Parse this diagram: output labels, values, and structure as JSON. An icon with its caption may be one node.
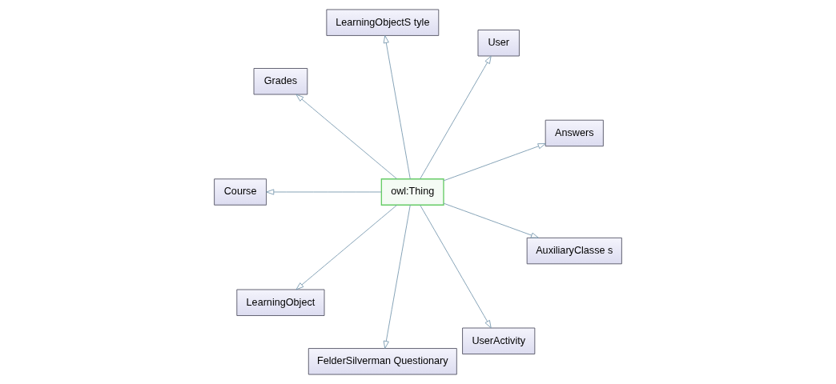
{
  "diagram": {
    "nodes": [
      {
        "text": [
          "Answers"
        ]
      },
      {
        "text": [
          "User"
        ]
      },
      {
        "text": [
          "LearningObjectS tyle"
        ]
      },
      {
        "text": [
          "Grades"
        ]
      },
      {
        "text": [
          "Course"
        ]
      },
      {
        "text": [
          "owl:Thing"
        ]
      },
      {
        "text": [
          "LearningObject"
        ]
      },
      {
        "text": [
          "FelderSilverman Questionary"
        ]
      },
      {
        "text": [
          "UserActivity"
        ]
      },
      {
        "text": [
          "AuxiliaryClasse s"
        ]
      }
    ],
    "edges": [
      {
        "from": 5,
        "to": 0,
        "arrow": "to"
      },
      {
        "from": 5,
        "to": 1,
        "arrow": "to"
      },
      {
        "from": 5,
        "to": 2,
        "arrow": "to"
      },
      {
        "from": 5,
        "to": 3,
        "arrow": "to"
      },
      {
        "from": 5,
        "to": 4,
        "arrow": "to"
      },
      {
        "from": 5,
        "to": 6,
        "arrow": "to"
      },
      {
        "from": 5,
        "to": 7,
        "arrow": "to"
      },
      {
        "from": 5,
        "to": 8,
        "arrow": "to"
      },
      {
        "from": 5,
        "to": 9,
        "arrow": "to"
      }
    ]
  }
}
